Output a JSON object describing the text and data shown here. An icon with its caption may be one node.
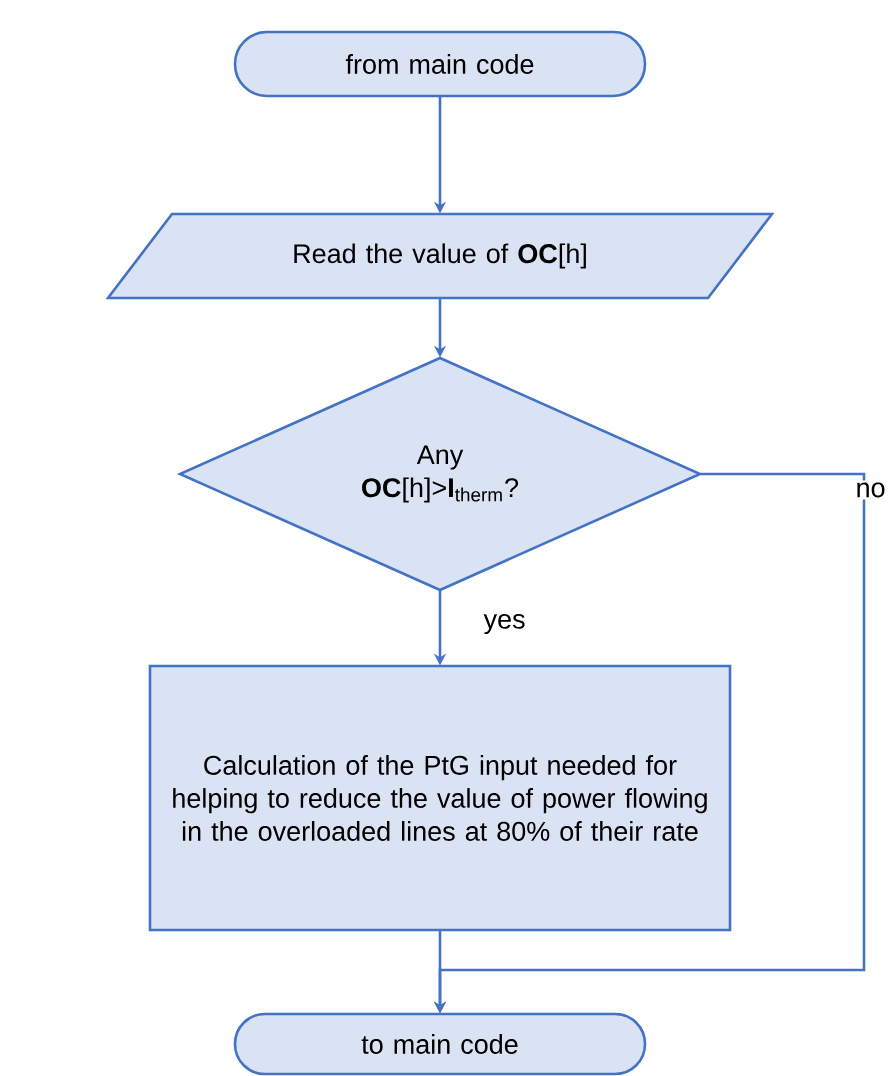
{
  "diagram": {
    "nodes": [
      {
        "text": [
          "from main code"
        ]
      },
      {
        "text": [
          "Read the value of **OC**[h]"
        ]
      },
      {
        "text": [
          "Any **OC**[h]>**I**$_{therm}$?"
        ]
      },
      {
        "text": [
          "Calculation of the PtG input needed for helping to reduce the value of power flowing in the overloaded lines at 80% of their rate"
        ]
      },
      {
        "text": [
          "to main code"
        ]
      }
    ],
    "edges": [
      {
        "from": 0,
        "to": 1,
        "arrow": "to"
      },
      {
        "from": 1,
        "to": 2,
        "arrow": "to"
      },
      {
        "from": 2,
        "to": 3,
        "arrow": "to",
        "label": "yes"
      },
      {
        "from": 3,
        "to": 4,
        "arrow": "to"
      },
      {
        "from": 2,
        "to": 4,
        "arrow": "to",
        "label": "no"
      }
    ]
  }
}
